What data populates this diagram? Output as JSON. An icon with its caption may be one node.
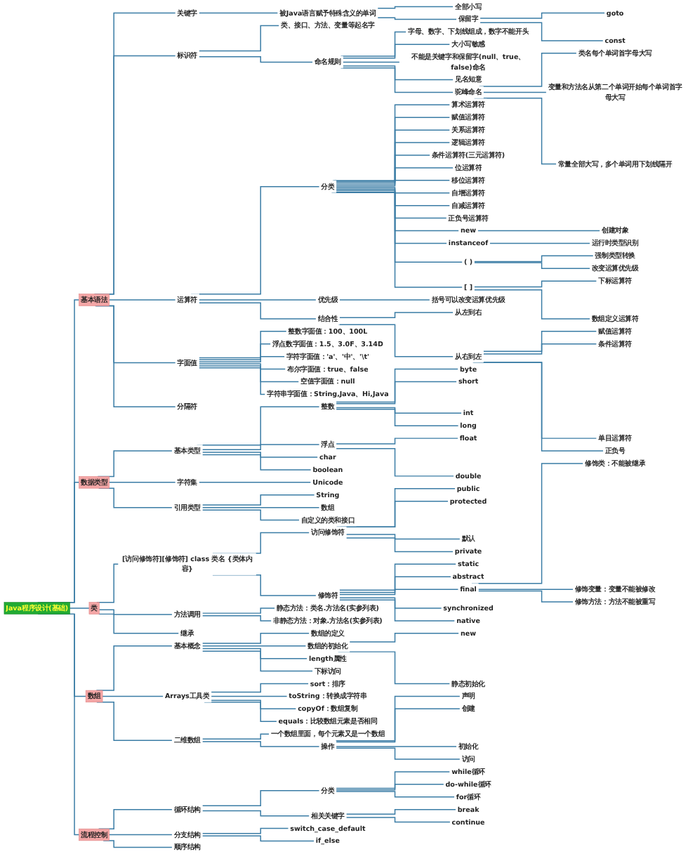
{
  "diagram": {
    "nodes": [
      {
        "text": [
          "Java程序设计(基础)"
        ]
      },
      {
        "text": [
          "基本语法"
        ]
      },
      {
        "text": [
          "关键字"
        ]
      },
      {
        "text": [
          "被Java语言赋予特殊含义的单词"
        ]
      },
      {
        "text": [
          "全部小写"
        ]
      },
      {
        "text": [
          "保留字"
        ]
      },
      {
        "text": [
          "goto"
        ]
      },
      {
        "text": [
          "const"
        ]
      },
      {
        "text": [
          "标识符"
        ]
      },
      {
        "text": [
          "类、接口、方法、变量等起名字"
        ]
      },
      {
        "text": [
          "命名规则"
        ]
      },
      {
        "text": [
          "字母、数字、下划线组成，数字不能开头"
        ]
      },
      {
        "text": [
          "大小写敏感"
        ]
      },
      {
        "text": [
          "不能是关键字和保留字(null、true、false)命名"
        ]
      },
      {
        "text": [
          "见名知意"
        ]
      },
      {
        "text": [
          "驼峰命名"
        ]
      },
      {
        "text": [
          "类名每个单词首字母大写"
        ]
      },
      {
        "text": [
          "变量和方法名从第二个单词开始每个单词首字母大写"
        ]
      },
      {
        "text": [
          "常量全部大写，多个单词用下划线隔开"
        ]
      },
      {
        "text": [
          "运算符"
        ]
      },
      {
        "text": [
          "分类"
        ]
      },
      {
        "text": [
          "算术运算符"
        ]
      },
      {
        "text": [
          "赋值运算符"
        ]
      },
      {
        "text": [
          "关系运算符"
        ]
      },
      {
        "text": [
          "逻辑运算符"
        ]
      },
      {
        "text": [
          "条件运算符(三元运算符)"
        ]
      },
      {
        "text": [
          "位运算符"
        ]
      },
      {
        "text": [
          "移位运算符"
        ]
      },
      {
        "text": [
          "自增运算符"
        ]
      },
      {
        "text": [
          "自减运算符"
        ]
      },
      {
        "text": [
          "正负号运算符"
        ]
      },
      {
        "text": [
          "new"
        ]
      },
      {
        "text": [
          "创建对象"
        ]
      },
      {
        "text": [
          "instanceof"
        ]
      },
      {
        "text": [
          "运行时类型识别"
        ]
      },
      {
        "text": [
          "( )"
        ]
      },
      {
        "text": [
          "强制类型转换"
        ]
      },
      {
        "text": [
          "改变运算优先级"
        ]
      },
      {
        "text": [
          "[ ]"
        ]
      },
      {
        "text": [
          "下标运算符"
        ]
      },
      {
        "text": [
          "数组定义运算符"
        ]
      },
      {
        "text": [
          "优先级"
        ]
      },
      {
        "text": [
          "括号可以改变运算优先级"
        ]
      },
      {
        "text": [
          "结合性"
        ]
      },
      {
        "text": [
          "从左到右"
        ]
      },
      {
        "text": [
          "从右到左"
        ]
      },
      {
        "text": [
          "赋值运算符"
        ]
      },
      {
        "text": [
          "条件运算符"
        ]
      },
      {
        "text": [
          "单目运算符"
        ]
      },
      {
        "text": [
          "正负号"
        ]
      },
      {
        "text": [
          "字面值"
        ]
      },
      {
        "text": [
          "整数字面值：100、100L"
        ]
      },
      {
        "text": [
          "浮点数字面值：1.5、3.0F、3.14D"
        ]
      },
      {
        "text": [
          "字符字面值：'a'、'中'、'\\t'"
        ]
      },
      {
        "text": [
          "布尔字面值：true、false"
        ]
      },
      {
        "text": [
          "空值字面值：null"
        ]
      },
      {
        "text": [
          "字符串字面值：String,Java、Hi,Java"
        ]
      },
      {
        "text": [
          "分隔符"
        ]
      },
      {
        "text": [
          "数据类型"
        ]
      },
      {
        "text": [
          "基本类型"
        ]
      },
      {
        "text": [
          "整数"
        ]
      },
      {
        "text": [
          "byte"
        ]
      },
      {
        "text": [
          "short"
        ]
      },
      {
        "text": [
          "int"
        ]
      },
      {
        "text": [
          "long"
        ]
      },
      {
        "text": [
          "浮点"
        ]
      },
      {
        "text": [
          "float"
        ]
      },
      {
        "text": [
          "double"
        ]
      },
      {
        "text": [
          "char"
        ]
      },
      {
        "text": [
          "boolean"
        ]
      },
      {
        "text": [
          "字符集"
        ]
      },
      {
        "text": [
          "Unicode"
        ]
      },
      {
        "text": [
          "引用类型"
        ]
      },
      {
        "text": [
          "String"
        ]
      },
      {
        "text": [
          "数组"
        ]
      },
      {
        "text": [
          "自定义的类和接口"
        ]
      },
      {
        "text": [
          "类"
        ]
      },
      {
        "text": [
          "[访问修饰符][修饰符] class 类名 {类体内容}"
        ]
      },
      {
        "text": [
          "访问修饰符"
        ]
      },
      {
        "text": [
          "public"
        ]
      },
      {
        "text": [
          "protected"
        ]
      },
      {
        "text": [
          "默认"
        ]
      },
      {
        "text": [
          "private"
        ]
      },
      {
        "text": [
          "修饰符"
        ]
      },
      {
        "text": [
          "static"
        ]
      },
      {
        "text": [
          "abstract"
        ]
      },
      {
        "text": [
          "final"
        ]
      },
      {
        "text": [
          "修饰类：不能被继承"
        ]
      },
      {
        "text": [
          "修饰变量：变量不能被修改"
        ]
      },
      {
        "text": [
          "修饰方法：方法不能被重写"
        ]
      },
      {
        "text": [
          "synchronized"
        ]
      },
      {
        "text": [
          "native"
        ]
      },
      {
        "text": [
          "方法调用"
        ]
      },
      {
        "text": [
          "静态方法：类名.方法名(实参列表)"
        ]
      },
      {
        "text": [
          "非静态方法：对象.方法名(实参列表)"
        ]
      },
      {
        "text": [
          "继承"
        ]
      },
      {
        "text": [
          "数组"
        ]
      },
      {
        "text": [
          "基本概念"
        ]
      },
      {
        "text": [
          "数组的定义"
        ]
      },
      {
        "text": [
          "数组的初始化"
        ]
      },
      {
        "text": [
          "new"
        ]
      },
      {
        "text": [
          "静态初始化"
        ]
      },
      {
        "text": [
          "length属性"
        ]
      },
      {
        "text": [
          "下标访问"
        ]
      },
      {
        "text": [
          "Arrays工具类"
        ]
      },
      {
        "text": [
          "sort：排序"
        ]
      },
      {
        "text": [
          "toString：转换成字符串"
        ]
      },
      {
        "text": [
          "copyOf：数组复制"
        ]
      },
      {
        "text": [
          "equals：比较数组元素是否相同"
        ]
      },
      {
        "text": [
          "二维数组"
        ]
      },
      {
        "text": [
          "一个数组里面，每个元素又是一个数组"
        ]
      },
      {
        "text": [
          "操作"
        ]
      },
      {
        "text": [
          "声明"
        ]
      },
      {
        "text": [
          "创建"
        ]
      },
      {
        "text": [
          "初始化"
        ]
      },
      {
        "text": [
          "访问"
        ]
      },
      {
        "text": [
          "流程控制"
        ]
      },
      {
        "text": [
          "循环结构"
        ]
      },
      {
        "text": [
          "分类"
        ]
      },
      {
        "text": [
          "while循环"
        ]
      },
      {
        "text": [
          "do-while循环"
        ]
      },
      {
        "text": [
          "for循环"
        ]
      },
      {
        "text": [
          "相关关键字"
        ]
      },
      {
        "text": [
          "break"
        ]
      },
      {
        "text": [
          "continue"
        ]
      },
      {
        "text": [
          "分支结构"
        ]
      },
      {
        "text": [
          "switch_case_default"
        ]
      },
      {
        "text": [
          "if_else"
        ]
      },
      {
        "text": [
          "顺序结构"
        ]
      }
    ],
    "edges": [
      {
        "from": 0,
        "to": 1,
        "arrow": "none"
      },
      {
        "from": 1,
        "to": 2,
        "arrow": "none"
      },
      {
        "from": 2,
        "to": 3,
        "arrow": "none"
      },
      {
        "from": 3,
        "to": 4,
        "arrow": "none"
      },
      {
        "from": 3,
        "to": 5,
        "arrow": "none"
      },
      {
        "from": 5,
        "to": 6,
        "arrow": "none"
      },
      {
        "from": 5,
        "to": 7,
        "arrow": "none"
      },
      {
        "from": 1,
        "to": 8,
        "arrow": "none"
      },
      {
        "from": 8,
        "to": 9,
        "arrow": "none"
      },
      {
        "from": 8,
        "to": 10,
        "arrow": "none"
      },
      {
        "from": 10,
        "to": 11,
        "arrow": "none"
      },
      {
        "from": 10,
        "to": 12,
        "arrow": "none"
      },
      {
        "from": 10,
        "to": 13,
        "arrow": "none"
      },
      {
        "from": 10,
        "to": 14,
        "arrow": "none"
      },
      {
        "from": 10,
        "to": 15,
        "arrow": "none"
      },
      {
        "from": 15,
        "to": 16,
        "arrow": "none"
      },
      {
        "from": 15,
        "to": 17,
        "arrow": "none"
      },
      {
        "from": 15,
        "to": 18,
        "arrow": "none"
      },
      {
        "from": 1,
        "to": 19,
        "arrow": "none"
      },
      {
        "from": 19,
        "to": 20,
        "arrow": "none"
      },
      {
        "from": 20,
        "to": 21,
        "arrow": "none"
      },
      {
        "from": 20,
        "to": 22,
        "arrow": "none"
      },
      {
        "from": 20,
        "to": 23,
        "arrow": "none"
      },
      {
        "from": 20,
        "to": 24,
        "arrow": "none"
      },
      {
        "from": 20,
        "to": 25,
        "arrow": "none"
      },
      {
        "from": 20,
        "to": 26,
        "arrow": "none"
      },
      {
        "from": 20,
        "to": 27,
        "arrow": "none"
      },
      {
        "from": 20,
        "to": 28,
        "arrow": "none"
      },
      {
        "from": 20,
        "to": 29,
        "arrow": "none"
      },
      {
        "from": 20,
        "to": 30,
        "arrow": "none"
      },
      {
        "from": 20,
        "to": 31,
        "arrow": "none"
      },
      {
        "from": 31,
        "to": 32,
        "arrow": "none"
      },
      {
        "from": 20,
        "to": 33,
        "arrow": "none"
      },
      {
        "from": 33,
        "to": 34,
        "arrow": "none"
      },
      {
        "from": 20,
        "to": 35,
        "arrow": "none"
      },
      {
        "from": 35,
        "to": 36,
        "arrow": "none"
      },
      {
        "from": 35,
        "to": 37,
        "arrow": "none"
      },
      {
        "from": 20,
        "to": 38,
        "arrow": "none"
      },
      {
        "from": 38,
        "to": 39,
        "arrow": "none"
      },
      {
        "from": 38,
        "to": 40,
        "arrow": "none"
      },
      {
        "from": 19,
        "to": 41,
        "arrow": "none"
      },
      {
        "from": 41,
        "to": 42,
        "arrow": "none"
      },
      {
        "from": 19,
        "to": 43,
        "arrow": "none"
      },
      {
        "from": 43,
        "to": 44,
        "arrow": "none"
      },
      {
        "from": 43,
        "to": 45,
        "arrow": "none"
      },
      {
        "from": 45,
        "to": 46,
        "arrow": "none"
      },
      {
        "from": 45,
        "to": 47,
        "arrow": "none"
      },
      {
        "from": 45,
        "to": 48,
        "arrow": "none"
      },
      {
        "from": 45,
        "to": 49,
        "arrow": "none"
      },
      {
        "from": 1,
        "to": 50,
        "arrow": "none"
      },
      {
        "from": 50,
        "to": 51,
        "arrow": "none"
      },
      {
        "from": 50,
        "to": 52,
        "arrow": "none"
      },
      {
        "from": 50,
        "to": 53,
        "arrow": "none"
      },
      {
        "from": 50,
        "to": 54,
        "arrow": "none"
      },
      {
        "from": 50,
        "to": 55,
        "arrow": "none"
      },
      {
        "from": 50,
        "to": 56,
        "arrow": "none"
      },
      {
        "from": 1,
        "to": 57,
        "arrow": "none"
      },
      {
        "from": 0,
        "to": 58,
        "arrow": "none"
      },
      {
        "from": 58,
        "to": 59,
        "arrow": "none"
      },
      {
        "from": 59,
        "to": 60,
        "arrow": "none"
      },
      {
        "from": 60,
        "to": 61,
        "arrow": "none"
      },
      {
        "from": 60,
        "to": 62,
        "arrow": "none"
      },
      {
        "from": 60,
        "to": 63,
        "arrow": "none"
      },
      {
        "from": 60,
        "to": 64,
        "arrow": "none"
      },
      {
        "from": 59,
        "to": 65,
        "arrow": "none"
      },
      {
        "from": 65,
        "to": 66,
        "arrow": "none"
      },
      {
        "from": 65,
        "to": 67,
        "arrow": "none"
      },
      {
        "from": 59,
        "to": 68,
        "arrow": "none"
      },
      {
        "from": 59,
        "to": 69,
        "arrow": "none"
      },
      {
        "from": 58,
        "to": 70,
        "arrow": "none"
      },
      {
        "from": 70,
        "to": 71,
        "arrow": "none"
      },
      {
        "from": 58,
        "to": 72,
        "arrow": "none"
      },
      {
        "from": 72,
        "to": 73,
        "arrow": "none"
      },
      {
        "from": 72,
        "to": 74,
        "arrow": "none"
      },
      {
        "from": 72,
        "to": 75,
        "arrow": "none"
      },
      {
        "from": 0,
        "to": 76,
        "arrow": "none"
      },
      {
        "from": 76,
        "to": 77,
        "arrow": "none"
      },
      {
        "from": 77,
        "to": 78,
        "arrow": "none"
      },
      {
        "from": 78,
        "to": 79,
        "arrow": "none"
      },
      {
        "from": 78,
        "to": 80,
        "arrow": "none"
      },
      {
        "from": 78,
        "to": 81,
        "arrow": "none"
      },
      {
        "from": 78,
        "to": 82,
        "arrow": "none"
      },
      {
        "from": 77,
        "to": 83,
        "arrow": "none"
      },
      {
        "from": 83,
        "to": 84,
        "arrow": "none"
      },
      {
        "from": 83,
        "to": 85,
        "arrow": "none"
      },
      {
        "from": 83,
        "to": 86,
        "arrow": "none"
      },
      {
        "from": 86,
        "to": 87,
        "arrow": "none"
      },
      {
        "from": 86,
        "to": 88,
        "arrow": "none"
      },
      {
        "from": 86,
        "to": 89,
        "arrow": "none"
      },
      {
        "from": 83,
        "to": 90,
        "arrow": "none"
      },
      {
        "from": 83,
        "to": 91,
        "arrow": "none"
      },
      {
        "from": 76,
        "to": 92,
        "arrow": "none"
      },
      {
        "from": 92,
        "to": 93,
        "arrow": "none"
      },
      {
        "from": 92,
        "to": 94,
        "arrow": "none"
      },
      {
        "from": 76,
        "to": 95,
        "arrow": "none"
      },
      {
        "from": 0,
        "to": 96,
        "arrow": "none"
      },
      {
        "from": 96,
        "to": 97,
        "arrow": "none"
      },
      {
        "from": 97,
        "to": 98,
        "arrow": "none"
      },
      {
        "from": 97,
        "to": 99,
        "arrow": "none"
      },
      {
        "from": 99,
        "to": 100,
        "arrow": "none"
      },
      {
        "from": 99,
        "to": 101,
        "arrow": "none"
      },
      {
        "from": 97,
        "to": 102,
        "arrow": "none"
      },
      {
        "from": 97,
        "to": 103,
        "arrow": "none"
      },
      {
        "from": 96,
        "to": 104,
        "arrow": "none"
      },
      {
        "from": 104,
        "to": 105,
        "arrow": "none"
      },
      {
        "from": 104,
        "to": 106,
        "arrow": "none"
      },
      {
        "from": 104,
        "to": 107,
        "arrow": "none"
      },
      {
        "from": 104,
        "to": 108,
        "arrow": "none"
      },
      {
        "from": 96,
        "to": 109,
        "arrow": "none"
      },
      {
        "from": 109,
        "to": 110,
        "arrow": "none"
      },
      {
        "from": 109,
        "to": 111,
        "arrow": "none"
      },
      {
        "from": 111,
        "to": 112,
        "arrow": "none"
      },
      {
        "from": 111,
        "to": 113,
        "arrow": "none"
      },
      {
        "from": 111,
        "to": 114,
        "arrow": "none"
      },
      {
        "from": 111,
        "to": 115,
        "arrow": "none"
      },
      {
        "from": 0,
        "to": 116,
        "arrow": "none"
      },
      {
        "from": 116,
        "to": 117,
        "arrow": "none"
      },
      {
        "from": 117,
        "to": 118,
        "arrow": "none"
      },
      {
        "from": 118,
        "to": 119,
        "arrow": "none"
      },
      {
        "from": 118,
        "to": 120,
        "arrow": "none"
      },
      {
        "from": 118,
        "to": 121,
        "arrow": "none"
      },
      {
        "from": 117,
        "to": 122,
        "arrow": "none"
      },
      {
        "from": 122,
        "to": 123,
        "arrow": "none"
      },
      {
        "from": 122,
        "to": 124,
        "arrow": "none"
      },
      {
        "from": 116,
        "to": 125,
        "arrow": "none"
      },
      {
        "from": 125,
        "to": 126,
        "arrow": "none"
      },
      {
        "from": 125,
        "to": 127,
        "arrow": "none"
      },
      {
        "from": 116,
        "to": 128,
        "arrow": "none"
      }
    ]
  }
}
